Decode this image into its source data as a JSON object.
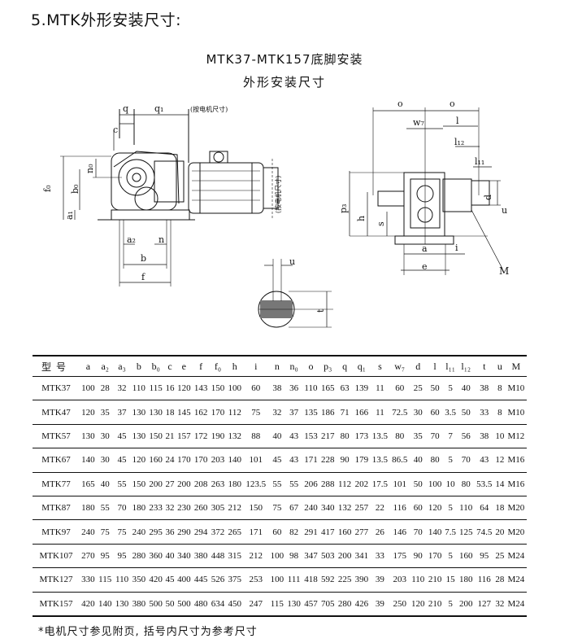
{
  "heading": "5.MTK外形安装尺寸:",
  "title_line1": "MTK37-MTK157底脚安装",
  "title_line2": "外形安装尺寸",
  "drawing_labels": {
    "q": "q",
    "q1": "q₁",
    "motor_dim_note": "(按电机尺寸)",
    "motor_dim_note_vertical": "(按电机尺寸)",
    "c": "c",
    "f0": "f₀",
    "b0": "b₀",
    "n0": "n₀",
    "a1": "a₁",
    "a2": "a₂",
    "n": "n",
    "b": "b",
    "f": "f",
    "o_left": "o",
    "o_right": "o",
    "w7": "w₇",
    "l": "l",
    "l12": "l₁₂",
    "l11": "l₁₁",
    "p3": "p₃",
    "h": "h",
    "s": "s",
    "d": "d",
    "u_right": "u",
    "a": "a",
    "i": "i",
    "e": "e",
    "M": "M",
    "u_key": "u",
    "t": "t"
  },
  "table": {
    "headers": [
      "型号",
      "a",
      "a₂",
      "a₃",
      "b",
      "b₀",
      "c",
      "e",
      "f",
      "f₀",
      "h",
      "i",
      "n",
      "n₀",
      "o",
      "p₃",
      "q",
      "q₁",
      "s",
      "w₇",
      "d",
      "l",
      "l₁₁",
      "l₁₂",
      "t",
      "u",
      "M"
    ],
    "rows": [
      [
        "MTK37",
        "100",
        "28",
        "32",
        "110",
        "115",
        "16",
        "120",
        "143",
        "150",
        "100",
        "60",
        "38",
        "36",
        "110",
        "165",
        "63",
        "139",
        "11",
        "60",
        "25",
        "50",
        "5",
        "40",
        "38",
        "8",
        "M10"
      ],
      [
        "MTK47",
        "120",
        "35",
        "37",
        "130",
        "130",
        "18",
        "145",
        "162",
        "170",
        "112",
        "75",
        "32",
        "37",
        "135",
        "186",
        "71",
        "166",
        "11",
        "72.5",
        "30",
        "60",
        "3.5",
        "50",
        "33",
        "8",
        "M10"
      ],
      [
        "MTK57",
        "130",
        "30",
        "45",
        "130",
        "150",
        "21",
        "157",
        "172",
        "190",
        "132",
        "88",
        "40",
        "43",
        "153",
        "217",
        "80",
        "173",
        "13.5",
        "80",
        "35",
        "70",
        "7",
        "56",
        "38",
        "10",
        "M12"
      ],
      [
        "MTK67",
        "140",
        "30",
        "45",
        "120",
        "160",
        "24",
        "170",
        "170",
        "203",
        "140",
        "101",
        "45",
        "43",
        "171",
        "228",
        "90",
        "179",
        "13.5",
        "86.5",
        "40",
        "80",
        "5",
        "70",
        "43",
        "12",
        "M16"
      ],
      [
        "MTK77",
        "165",
        "40",
        "55",
        "150",
        "200",
        "27",
        "200",
        "208",
        "263",
        "180",
        "123.5",
        "55",
        "55",
        "206",
        "288",
        "112",
        "202",
        "17.5",
        "101",
        "50",
        "100",
        "10",
        "80",
        "53.5",
        "14",
        "M16"
      ],
      [
        "MTK87",
        "180",
        "55",
        "70",
        "180",
        "233",
        "32",
        "230",
        "260",
        "305",
        "212",
        "150",
        "75",
        "67",
        "240",
        "340",
        "132",
        "257",
        "22",
        "116",
        "60",
        "120",
        "5",
        "110",
        "64",
        "18",
        "M20"
      ],
      [
        "MTK97",
        "240",
        "75",
        "75",
        "240",
        "295",
        "36",
        "290",
        "294",
        "372",
        "265",
        "171",
        "60",
        "82",
        "291",
        "417",
        "160",
        "277",
        "26",
        "146",
        "70",
        "140",
        "7.5",
        "125",
        "74.5",
        "20",
        "M20"
      ],
      [
        "MTK107",
        "270",
        "95",
        "95",
        "280",
        "360",
        "40",
        "340",
        "380",
        "448",
        "315",
        "212",
        "100",
        "98",
        "347",
        "503",
        "200",
        "341",
        "33",
        "175",
        "90",
        "170",
        "5",
        "160",
        "95",
        "25",
        "M24"
      ],
      [
        "MTK127",
        "330",
        "115",
        "110",
        "350",
        "420",
        "45",
        "400",
        "445",
        "526",
        "375",
        "253",
        "100",
        "111",
        "418",
        "592",
        "225",
        "390",
        "39",
        "203",
        "110",
        "210",
        "15",
        "180",
        "116",
        "28",
        "M24"
      ],
      [
        "MTK157",
        "420",
        "140",
        "130",
        "380",
        "500",
        "50",
        "500",
        "480",
        "634",
        "450",
        "247",
        "115",
        "130",
        "457",
        "705",
        "280",
        "426",
        "39",
        "250",
        "120",
        "210",
        "5",
        "200",
        "127",
        "32",
        "M24"
      ]
    ]
  },
  "footnote": "*电机尺寸参见附页, 括号内尺寸为参考尺寸"
}
